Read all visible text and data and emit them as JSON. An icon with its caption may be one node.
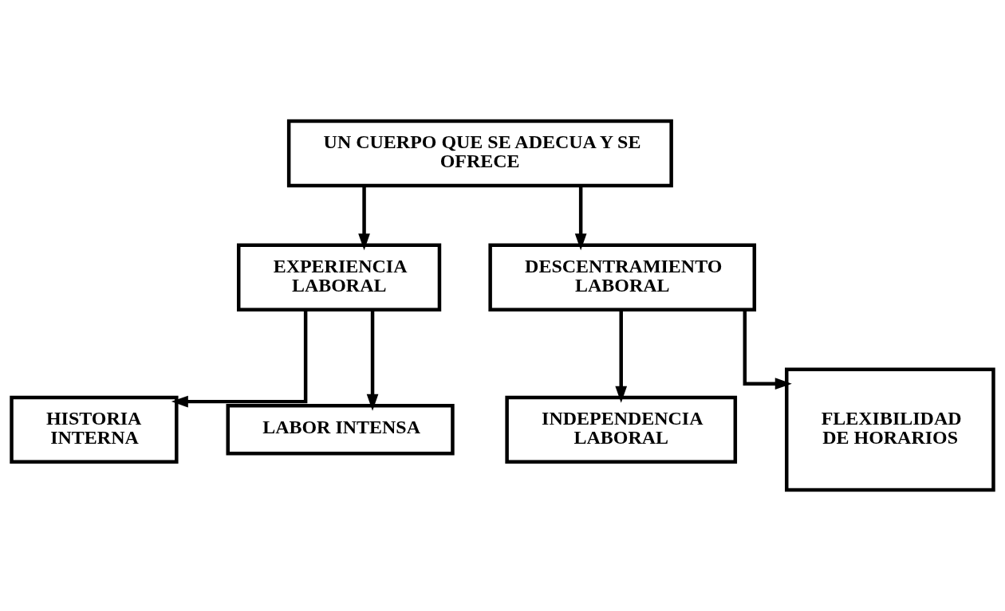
{
  "diagram": {
    "nodes": [
      {
        "text": [
          "UN CUERPO QUE SE ADECUA Y SE OFRECE"
        ]
      },
      {
        "text": [
          "EXPERIENCIA LABORAL"
        ]
      },
      {
        "text": [
          "DESCENTRAMIENTO LABORAL"
        ]
      },
      {
        "text": [
          "HISTORIA INTERNA"
        ]
      },
      {
        "text": [
          "LABOR INTENSA"
        ]
      },
      {
        "text": [
          "INDEPENDENCIA LABORAL"
        ]
      },
      {
        "text": [
          "FLEXIBILIDAD DE HORARIOS"
        ]
      }
    ],
    "edges": [
      {
        "from": 0,
        "to": 1,
        "arrow": "to"
      },
      {
        "from": 0,
        "to": 2,
        "arrow": "to"
      },
      {
        "from": 1,
        "to": 3,
        "arrow": "to"
      },
      {
        "from": 1,
        "to": 4,
        "arrow": "to"
      },
      {
        "from": 2,
        "to": 5,
        "arrow": "to"
      },
      {
        "from": 2,
        "to": 6,
        "arrow": "to"
      }
    ]
  }
}
